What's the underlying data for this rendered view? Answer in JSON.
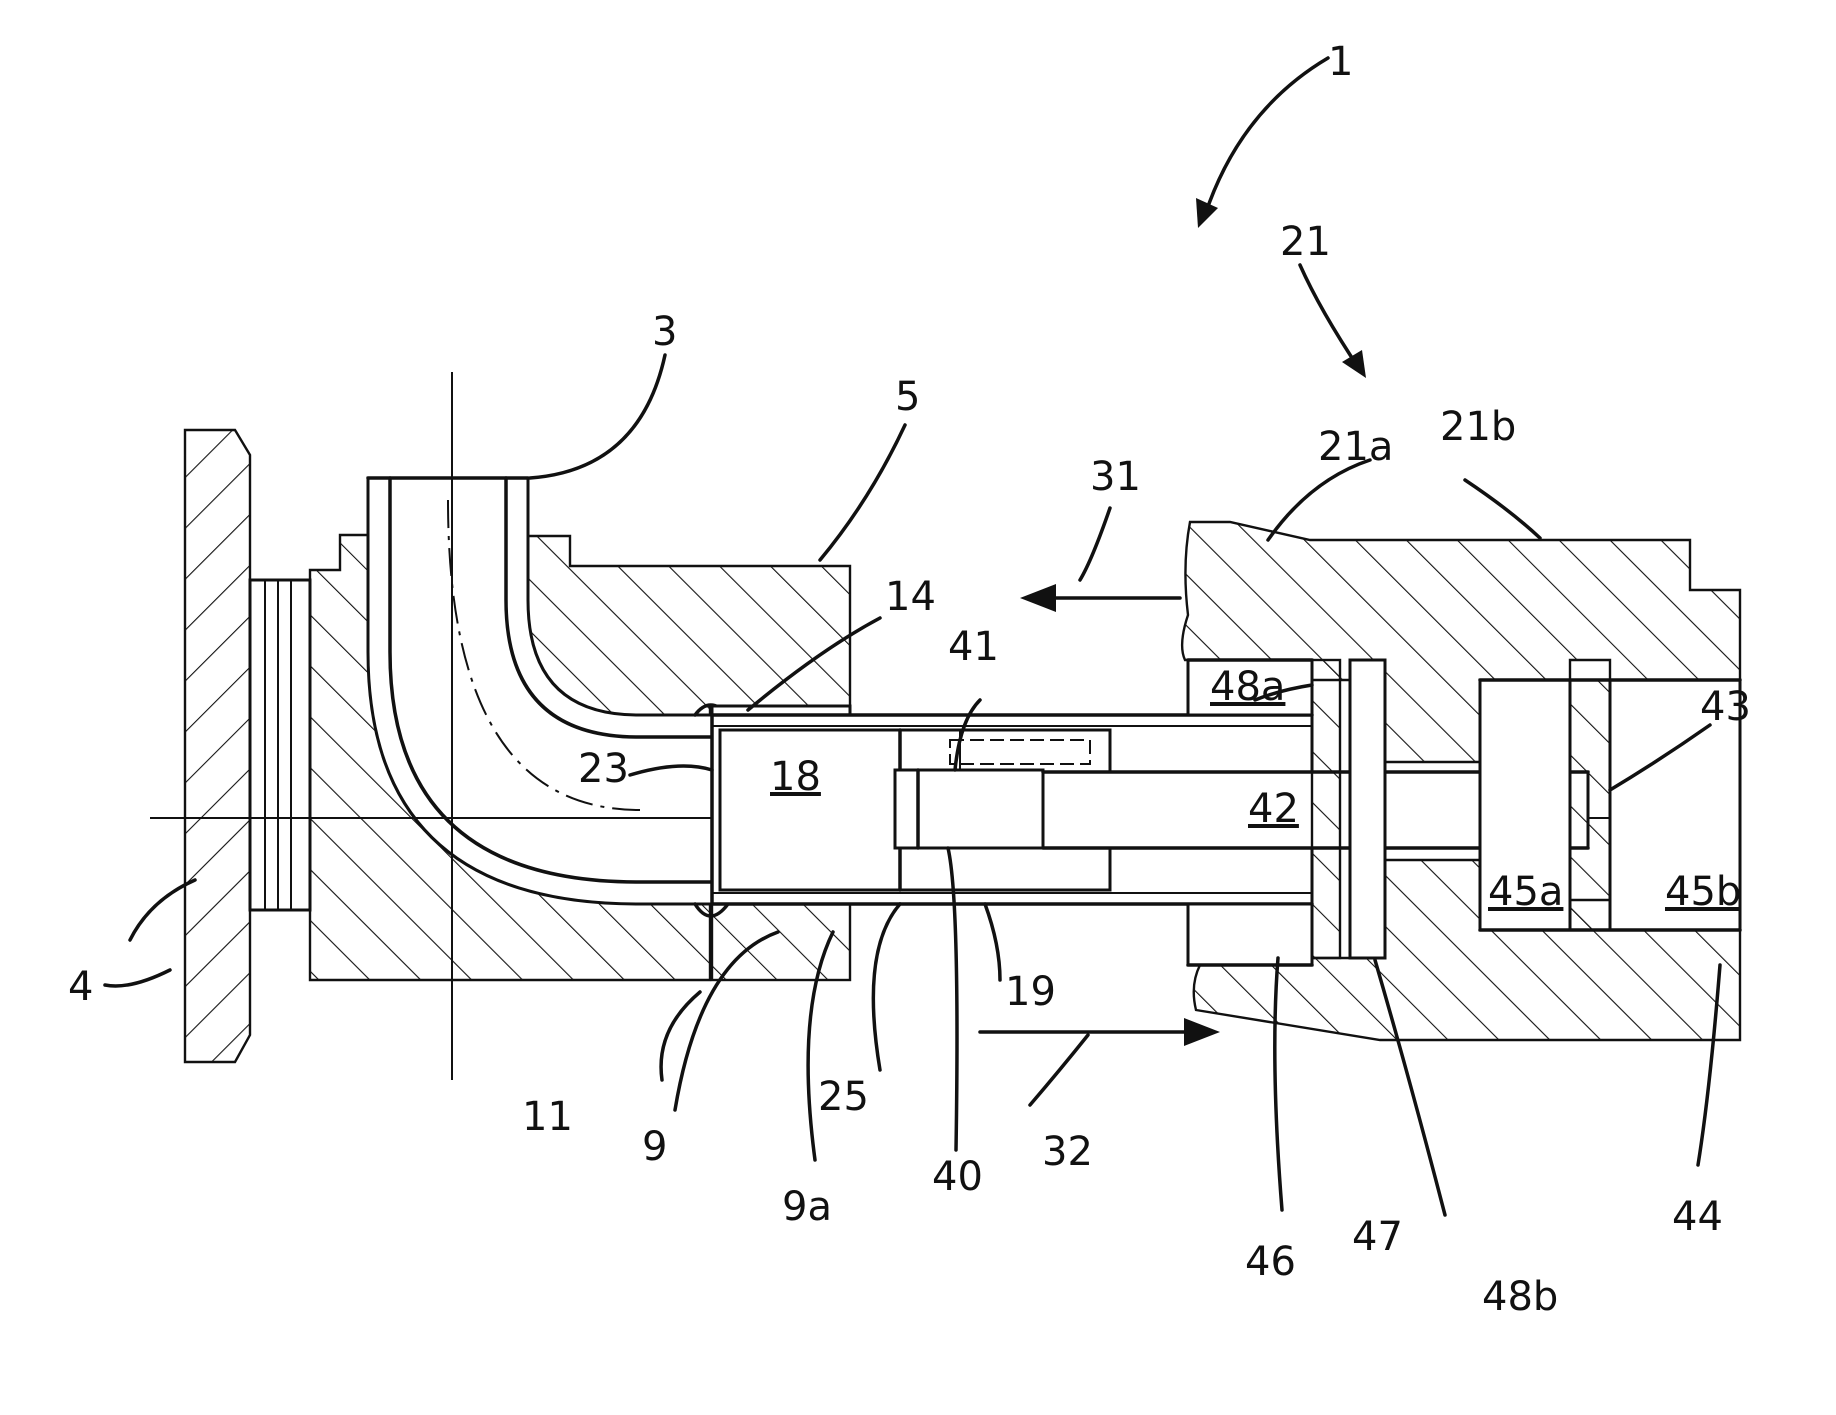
{
  "figure": {
    "reference_numerals": {
      "r1": "1",
      "r3": "3",
      "r4": "4",
      "r5": "5",
      "r9": "9",
      "r9a": "9a",
      "r11": "11",
      "r14": "14",
      "r18": "18",
      "r19": "19",
      "r21": "21",
      "r21a": "21a",
      "r21b": "21b",
      "r23": "23",
      "r25": "25",
      "r31": "31",
      "r32": "32",
      "r40": "40",
      "r41": "41",
      "r42": "42",
      "r43": "43",
      "r44": "44",
      "r45a": "45a",
      "r45b": "45b",
      "r46": "46",
      "r47": "47",
      "r48a": "48a",
      "r48b": "48b"
    }
  },
  "colors": {
    "ink": "#111111",
    "paper": "#ffffff"
  }
}
